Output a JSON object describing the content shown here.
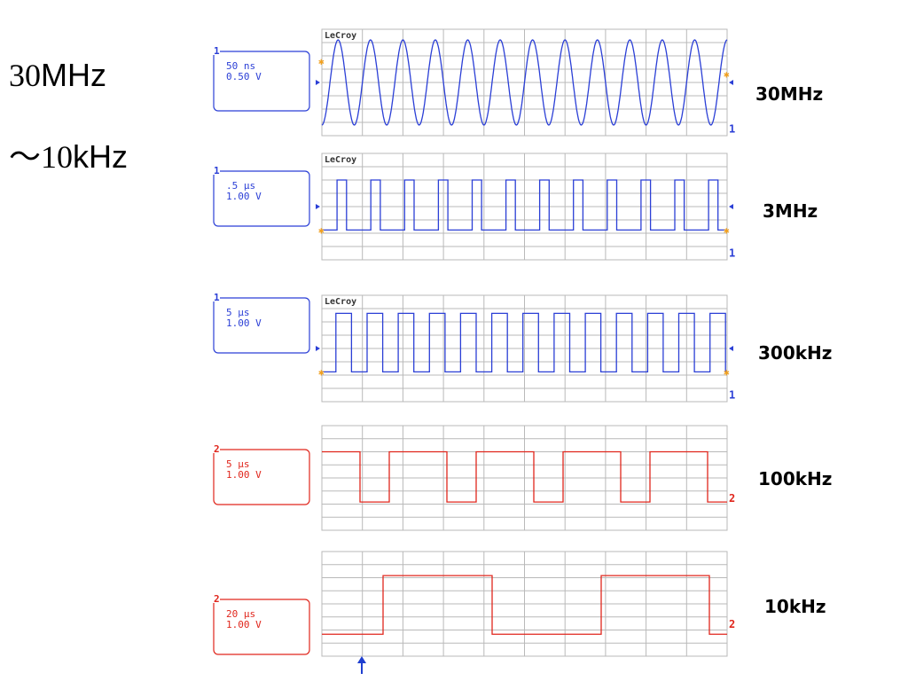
{
  "title": {
    "line1_num": "30",
    "line1_unit": "MHz",
    "line2_prefix": "～",
    "line2_num": "10",
    "line2_unit": "kHz"
  },
  "colors": {
    "blue_trace": "#2b3fd6",
    "red_trace": "#e0261c",
    "grid": "#b9b9b9",
    "marker": "#f0a020"
  },
  "panels": [
    {
      "id": "30mhz",
      "channel": "1",
      "time_div": "50 ns",
      "volt_div": "0.50 V",
      "freq_label": "30MHz",
      "brand": "LeCroy",
      "color": "blue",
      "wave": "sine",
      "cycles": 12.5,
      "trace_end_label": "1"
    },
    {
      "id": "3mhz",
      "channel": "1",
      "time_div": ".5 μs",
      "volt_div": "1.00 V",
      "freq_label": "3MHz",
      "brand": "LeCroy",
      "color": "blue",
      "wave": "pulse",
      "cycles": 12,
      "duty": 0.28,
      "trace_end_label": "1"
    },
    {
      "id": "300khz",
      "channel": "1",
      "time_div": "5 μs",
      "volt_div": "1.00 V",
      "freq_label": "300kHz",
      "brand": "LeCroy",
      "color": "blue",
      "wave": "square",
      "cycles": 13,
      "duty": 0.5,
      "trace_end_label": "1"
    },
    {
      "id": "100khz",
      "channel": "2",
      "time_div": "5 μs",
      "volt_div": "1.00 V",
      "freq_label": "100kHz",
      "brand": "",
      "color": "red",
      "wave": "square_late",
      "cycles": 4.3,
      "duty": 0.33,
      "trace_end_label": "2"
    },
    {
      "id": "10khz",
      "channel": "2",
      "time_div": "20 μs",
      "volt_div": "1.00 V",
      "freq_label": "10kHz",
      "brand": "",
      "color": "red",
      "wave": "square_slow",
      "cycles": 1.6,
      "duty": 0.49,
      "trace_end_label": "2"
    }
  ]
}
